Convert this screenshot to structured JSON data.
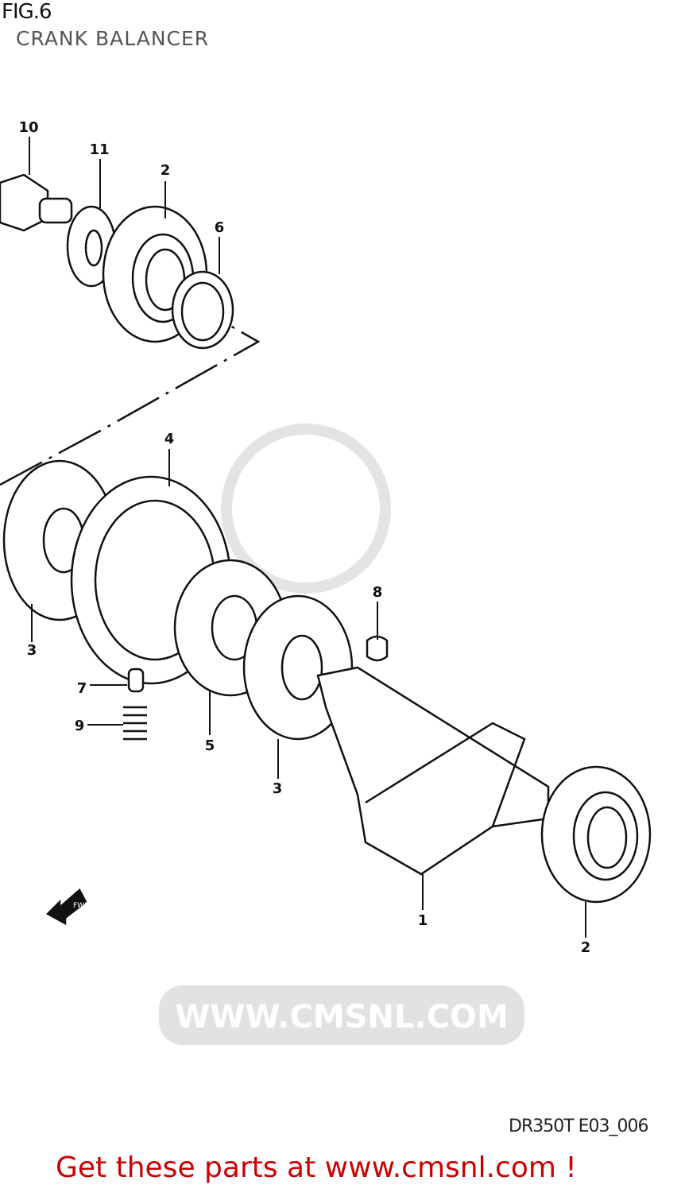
{
  "figure": {
    "number": "FIG.6",
    "title": "CRANK BALANCER",
    "code": "DR350T E03_006"
  },
  "watermark": {
    "text": "WWW.CMSNL.COM",
    "color": "#d0d0d0"
  },
  "callouts": [
    {
      "ref": "10",
      "part": "bolt"
    },
    {
      "ref": "11",
      "part": "washer"
    },
    {
      "ref": "2",
      "part": "bearing-upper"
    },
    {
      "ref": "6",
      "part": "ring"
    },
    {
      "ref": "4",
      "part": "balancer-gear"
    },
    {
      "ref": "3",
      "part": "washer-left"
    },
    {
      "ref": "7",
      "part": "pin"
    },
    {
      "ref": "9",
      "part": "spring"
    },
    {
      "ref": "5",
      "part": "damper-hub"
    },
    {
      "ref": "3",
      "part": "washer-right"
    },
    {
      "ref": "8",
      "part": "key"
    },
    {
      "ref": "1",
      "part": "balancer-shaft"
    },
    {
      "ref": "2",
      "part": "bearing-lower"
    }
  ],
  "fwd_label": "FWD",
  "footer": {
    "text": "Get these parts at www.cmsnl.com !",
    "color": "#cc0000"
  }
}
